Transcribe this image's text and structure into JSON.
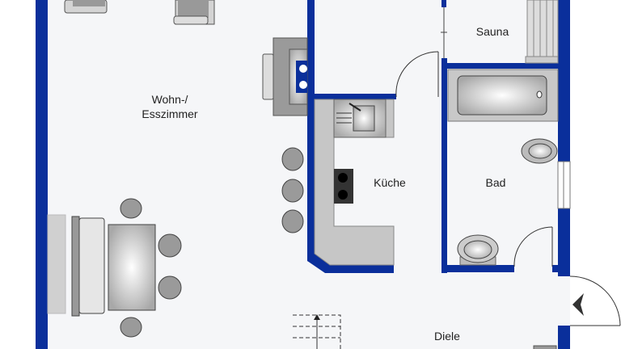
{
  "rooms": {
    "living_line1": "Wohn-/",
    "living_line2": "Esszimmer",
    "sauna": "Sauna",
    "kitchen": "Küche",
    "bath": "Bad",
    "hall": "Diele"
  },
  "colors": {
    "wall": "#0a2f9b",
    "floor": "#f5f6f8",
    "furniture": "#9a9a9a"
  }
}
